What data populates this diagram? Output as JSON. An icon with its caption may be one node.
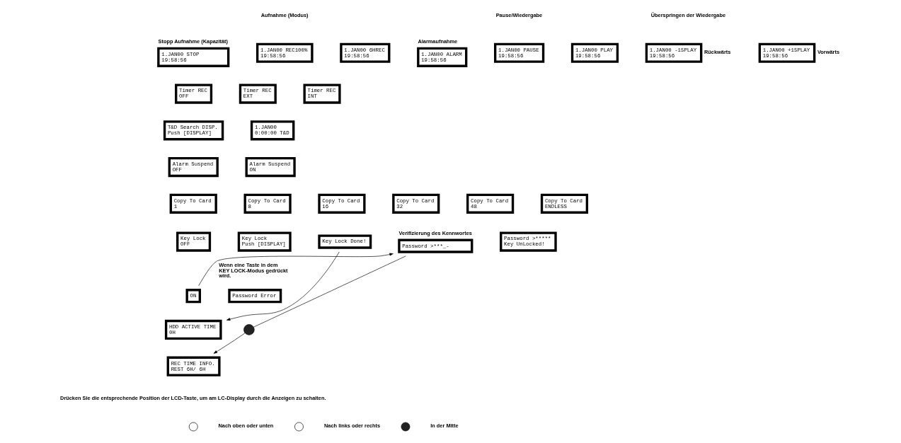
{
  "diagram": {
    "nodes": [
      {
        "text": [
          "Stopp Aufnahme (Kapazität)",
          "1.JAN00 STOP",
          "19:58:56"
        ]
      },
      {
        "text": [
          "1.JAN00 REC100%",
          "19:58:56"
        ]
      },
      {
        "text": [
          "1.JAN00 6HREC",
          "19:58:56"
        ]
      },
      {
        "text": [
          "Alarmaufnahme",
          "1.JAN00 ALARM",
          "19:58:56"
        ]
      },
      {
        "text": [
          "1.JAN00 PAUSE",
          "19:58:56"
        ]
      },
      {
        "text": [
          "1.JAN00 PLAY",
          "19:58:56"
        ]
      },
      {
        "text": [
          "1.JAN00 -15PLAY",
          "19:58:56"
        ],
        "beside": [
          "Rückwärts"
        ]
      },
      {
        "text": [
          "1.JAN00 +15PLAY",
          "19:58:56"
        ],
        "beside": [
          "Vorwärts"
        ]
      },
      {
        "text": [
          "Timer REC",
          "OFF"
        ]
      },
      {
        "text": [
          "Timer REC",
          "EXT"
        ]
      },
      {
        "text": [
          "Timer REC",
          "INT"
        ]
      },
      {
        "text": [
          "T&D Search DISP.",
          "Push [DISPLAY]"
        ]
      },
      {
        "text": [
          "1.JAN00",
          "0:00:00 T&D"
        ]
      },
      {
        "text": [
          "Alarm Suspend",
          "OFF"
        ]
      },
      {
        "text": [
          "Alarm Suspend",
          "ON"
        ]
      },
      {
        "text": [
          "Copy To Card",
          "1"
        ]
      },
      {
        "text": [
          "Copy To Card",
          "8"
        ]
      },
      {
        "text": [
          "Copy To Card",
          "16"
        ]
      },
      {
        "text": [
          "Copy To Card",
          "32"
        ]
      },
      {
        "text": [
          "Copy To Card",
          "48"
        ]
      },
      {
        "text": [
          "Copy To Card",
          "ENDLESS"
        ]
      },
      {
        "text": [
          "Key Lock",
          "OFF"
        ]
      },
      {
        "text": [
          "ON"
        ]
      },
      {
        "text": [
          "Key Lock",
          "Push [DISPLAY]"
        ]
      },
      {
        "text": [
          "Key Lock Done!"
        ]
      },
      {
        "text": [
          "Verifizierung des Kennwortes",
          "Password >***_-"
        ]
      },
      {
        "text": [
          "Password >*****",
          "Key UnLocked!"
        ]
      },
      {
        "text": [
          "Password Error"
        ]
      },
      {
        "text": [
          "HDD ACTIVE TIME",
          "0H"
        ]
      },
      {
        "text": [
          "REC TIME INFO.",
          "REST 6H/ 6H"
        ]
      },
      {
        "text": [],
        "shape": "circle"
      }
    ],
    "edges": [
      {
        "from": 22,
        "to": 25,
        "arrow": "to",
        "label": "Wenn eine Taste in dem KEY LOCK-Modus gedrückt wird."
      },
      {
        "from": 24,
        "to": 28,
        "arrow": "to"
      },
      {
        "from": 25,
        "to": 30,
        "arrow": "none"
      },
      {
        "from": 30,
        "to": 29,
        "arrow": "to"
      }
    ],
    "labels": [
      "Aufnahme (Modus)",
      "Pause/Wiedergabe",
      "Überspringen der Wiedergabe",
      "Drücken Sie die entsprechende Position der LCD-Taste, um am LC-Display durch die Anzeigen zu schalten."
    ],
    "legend": [
      {
        "text": "Nach oben oder unten"
      },
      {
        "text": "Nach links oder rechts"
      },
      {
        "text": "In der Mitte"
      }
    ]
  }
}
